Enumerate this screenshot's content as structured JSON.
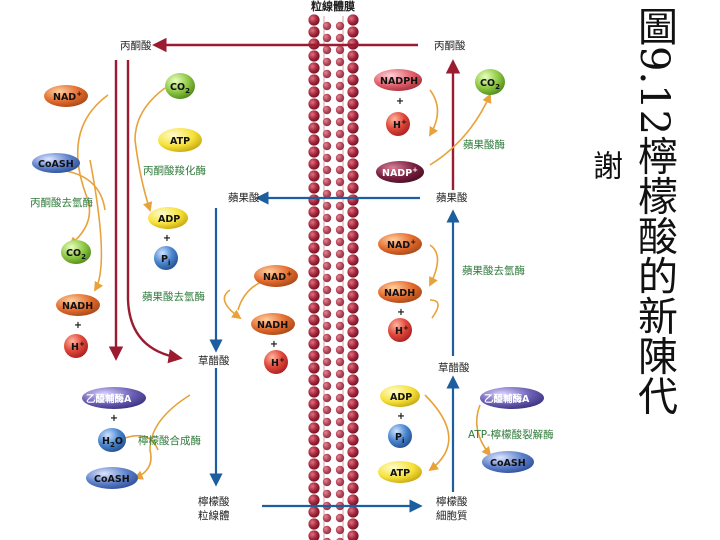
{
  "title": "圖9.12檸檬酸的新陳代",
  "subtitle": "謝",
  "colors": {
    "pathway_red": "#9b1b30",
    "pathway_blue": "#1c5e9e",
    "side_arrow": "#e8a23a",
    "membrane_bead": "#a3243b",
    "text_green": "#2e7a3a",
    "nad": "#e8572a",
    "nadh": "#d96a2c",
    "h_ion": "#d8333a",
    "atp": "#f3e33a",
    "adp": "#f6dc2a",
    "pi": "#3e7fc6",
    "co2": "#8bc53f",
    "coash": "#5c7fc9",
    "acetyl_coa": "#6a5fb4",
    "nadph": "#e0606b",
    "nadp": "#7a2040"
  },
  "labels": {
    "membrane": "粒線體膜",
    "pyruvate_left": "丙酮酸",
    "pyruvate_right": "丙酮酸",
    "malate_mid": "蘋果酸",
    "malate_right": "蘋果酸",
    "oxaloacetate_mid": "草醋酸",
    "oxaloacetate_right": "草醋酸",
    "citrate_mito": "檸檬酸\n粒線體",
    "citrate_cyto": "檸檬酸\n細胞質",
    "plus": "+"
  },
  "enzymes": {
    "pdh": "丙酮酸去氫酶",
    "pyr_carboxylase": "丙酮酸羧化酶",
    "malate_dh_left": "蘋果酸去氫酶",
    "citrate_synthase": "檸檬酸合成酶",
    "malic_enzyme": "蘋果酸酶",
    "malate_dh_right": "蘋果酸去氫酶",
    "atp_citrate_lyase": "ATP-檸檬酸裂解酶"
  },
  "molecules": {
    "nad": "NAD",
    "nad_sup": "+",
    "co2": "CO",
    "co2_sub": "2",
    "atp": "ATP",
    "adp": "ADP",
    "coash": "CoASH",
    "nadh": "NADH",
    "h": "H",
    "h_sup": "+",
    "pi": "P",
    "pi_sub": "i",
    "acetyl_coa": "乙醯輔酶A",
    "h2o": "H",
    "h2o_sub": "2",
    "h2o_tail": "O",
    "nadph": "NADPH",
    "nadp": "NADP",
    "nadp_sup": "+"
  }
}
